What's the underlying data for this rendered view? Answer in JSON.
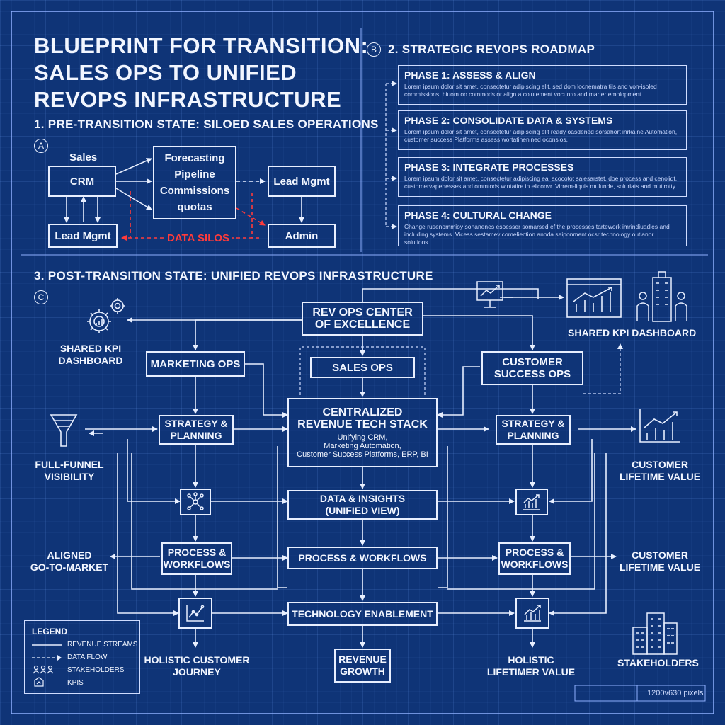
{
  "title": {
    "line1": "BLUEPRINT FOR TRANSITION:",
    "line2": "SALES OPS TO UNIFIED",
    "line3": "REVOPS INFRASTRUCTURE"
  },
  "section1": {
    "heading": "1. PRE-TRANSITION STATE: SILOED SALES OPERATIONS",
    "badge": "A",
    "sales_label": "Sales",
    "crm": "CRM",
    "forecasting": "Forecasting",
    "pipeline": "Pipeline",
    "commissions": "Commissions",
    "quotas": "quotas",
    "lead_mgmt_right": "Lead Mgmt",
    "lead_mgmt_left": "Lead Mgmt",
    "admin": "Admin",
    "data_silos": "DATA SILOS"
  },
  "section2": {
    "badge": "B",
    "heading": "2. STRATEGIC REVOPS ROADMAP",
    "phases": [
      {
        "title": "PHASE 1: ASSESS & ALIGN",
        "desc": "Lorem ipsum dolor sit amet, consectetur adipiscing elit, sed dom locnematra tils and von-isoled commissions, hiuom oo commods or align a colutement vocuoro and marter emolopment."
      },
      {
        "title": "PHASE 2: CONSOLIDATE DATA & SYSTEMS",
        "desc": "Lorem ipsum dolor sit amet, consectetur adipiscing elit ready oasdened sorsahort inrkalne Automation, customer success Platforms assess wortatinenined oconsios."
      },
      {
        "title": "PHASE 3: INTEGRATE PROCESSES",
        "desc": "Lorem ipaum dolor sit amet, consectetur adipiscing eai acocotot salesarstet, doe process and cenolidt. customervapehesses and ommtods wintatire in eliconvr. Virrem-liquis mulunde, soluriats and mutirotty."
      },
      {
        "title": "PHASE 4: CULTURAL CHANGE",
        "desc": "Change rusenommioy sonanenes esoesser somarsed ef the processes tartework imrindiuadles and including systems. Vicess sestamev comeliection anoda seiponment ocsr technology outianor solutions."
      }
    ]
  },
  "section3": {
    "heading": "3. POST-TRANSITION STATE: UNIFIED REVOPS INFRASTRUCTURE",
    "badge": "C",
    "coe_l1": "REV OPS CENTER",
    "coe_l2": "OF EXCELLENCE",
    "marketing_ops": "MARKETING OPS",
    "sales_ops": "SALES OPS",
    "cs_ops_l1": "CUSTOMER",
    "cs_ops_l2": "SUCCESS OPS",
    "stack_l1": "CENTRALIZED",
    "stack_l2": "REVENUE TECH STACK",
    "stack_l3": "Unifying CRM,",
    "stack_l4": "Marketing Automation,",
    "stack_l5": "Customer Success Platforms, ERP, BI",
    "strat_l1": "STRATEGY &",
    "strat_l2": "PLANNING",
    "insights_l1": "DATA & INSIGHTS",
    "insights_l2": "(UNIFIED VIEW)",
    "process_center": "PROCESS & WORKFLOWS",
    "proc_l1": "PROCESS &",
    "proc_l2": "WORKFLOWS",
    "tech": "TECHNOLOGY ENABLEMENT",
    "growth_l1": "REVENUE",
    "growth_l2": "GROWTH",
    "kpi_left_l1": "SHARED KPI",
    "kpi_left_l2": "DASHBOARD",
    "kpi_right": "SHARED KPI DASHBOARD",
    "funnel_l1": "FULL-FUNNEL",
    "funnel_l2": "VISIBILITY",
    "clv1_l1": "CUSTOMER",
    "clv1_l2": "LIFETIME VALUE",
    "clv2_l1": "CUSTOMER",
    "clv2_l2": "LIFETIME VALUE",
    "aligned_l1": "ALIGNED",
    "aligned_l2": "GO-TO-MARKET",
    "journey_l1": "HOLISTIC CUSTOMER",
    "journey_l2": "JOURNEY",
    "lifetimer_l1": "HOLISTIC",
    "lifetimer_l2": "LIFETIMER VALUE",
    "stakeholders": "STAKEHOLDERS"
  },
  "legend": {
    "title": "LEGEND",
    "items": [
      "REVENUE STREAMS",
      "DATA FLOW",
      "STAKEHOLDERS",
      "KPIS"
    ]
  },
  "footer": {
    "dims": "1200v630 pixels"
  },
  "colors": {
    "background": "#0f3477",
    "line": "#e8efff",
    "alert": "#ff3b3b"
  }
}
